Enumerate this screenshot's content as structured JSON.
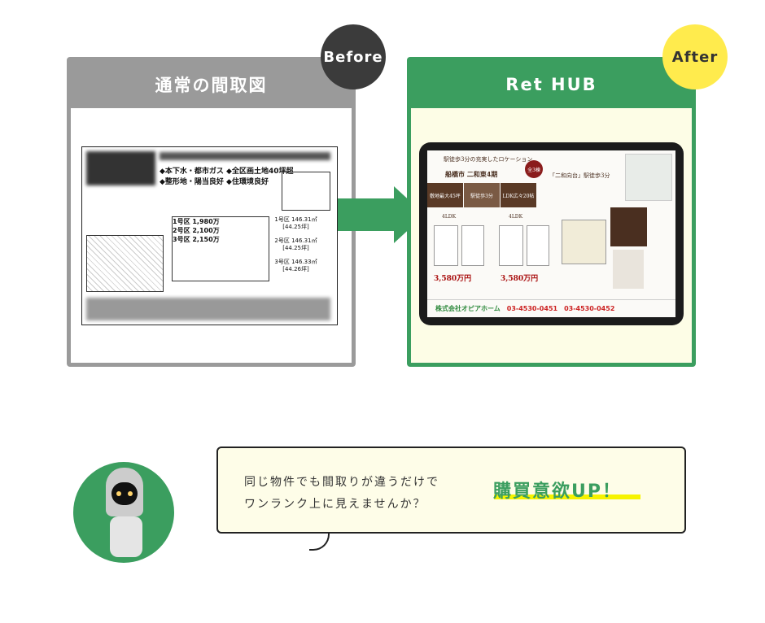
{
  "before": {
    "badge": "Before",
    "title": "通常の間取図",
    "flyer": {
      "headline1": "◆本下水・都市ガス ◆全区画土地40坪超",
      "headline2": "◆整形地・陽当良好 ◆住環境良好",
      "lot_prices": [
        "1号区 1,980万",
        "2号区 2,100万",
        "3号区 2,150万"
      ],
      "lot_areas": [
        "1号区 146.31㎡ [44.25坪]",
        "2号区 146.31㎡ [44.25坪]",
        "3号区 146.33㎡ [44.26坪]"
      ]
    }
  },
  "after": {
    "badge": "After",
    "title": "Ret HUB",
    "flyer": {
      "catch": "駅徒歩3分の充実したロケーション",
      "city": "船橋市 二和東4期",
      "units": "全3棟",
      "station": "「二和向台」駅徒歩3分",
      "features": [
        "敷地最大45坪",
        "駅徒歩3分",
        "LDK広々20帖"
      ],
      "plans": [
        "4LDK",
        "4LDK"
      ],
      "prices": [
        "3,580万円",
        "3,580万円"
      ],
      "company": "株式会社オピアホーム",
      "tel1": "03-4530-0451",
      "tel2": "03-4530-0452"
    }
  },
  "bubble": {
    "line1": "同じ物件でも間取りが違うだけで",
    "line2": "ワンランク上に見えませんか？",
    "highlight": "購買意欲UP！"
  },
  "colors": {
    "green": "#3b9e5f",
    "gray": "#9a9a9a",
    "yellow": "#ffeb4d",
    "dark": "#3b3b3b"
  }
}
